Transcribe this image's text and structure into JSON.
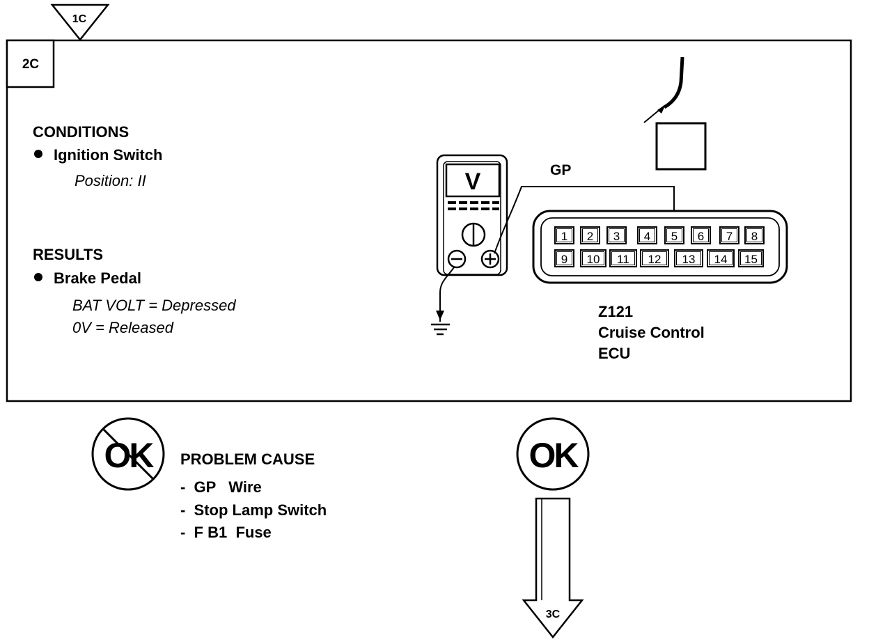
{
  "step_in": "1C",
  "step_current": "2C",
  "step_out": "3C",
  "conditions": {
    "heading": "CONDITIONS",
    "item": "Ignition Switch",
    "detail": "Position: II"
  },
  "results": {
    "heading": "RESULTS",
    "item": "Brake Pedal",
    "line1": "BAT VOLT =  Depressed",
    "line2": "0V =  Released"
  },
  "meter": {
    "display": "V",
    "neg": "⊖",
    "pos": "⊕"
  },
  "wire_label": "GP",
  "connector": {
    "pins_top": [
      "1",
      "2",
      "3",
      "4",
      "5",
      "6",
      "7",
      "8"
    ],
    "pins_bottom": [
      "9",
      "10",
      "11",
      "12",
      "13",
      "14",
      "15"
    ]
  },
  "ecu": {
    "code": "Z121",
    "name1": "Cruise Control",
    "name2": "ECU"
  },
  "not_ok_label": "OK",
  "ok_label": "OK",
  "problem": {
    "heading": "PROBLEM CAUSE",
    "causes": [
      "-  GP   Wire",
      "-  Stop Lamp Switch",
      "-  F B1  Fuse"
    ]
  }
}
